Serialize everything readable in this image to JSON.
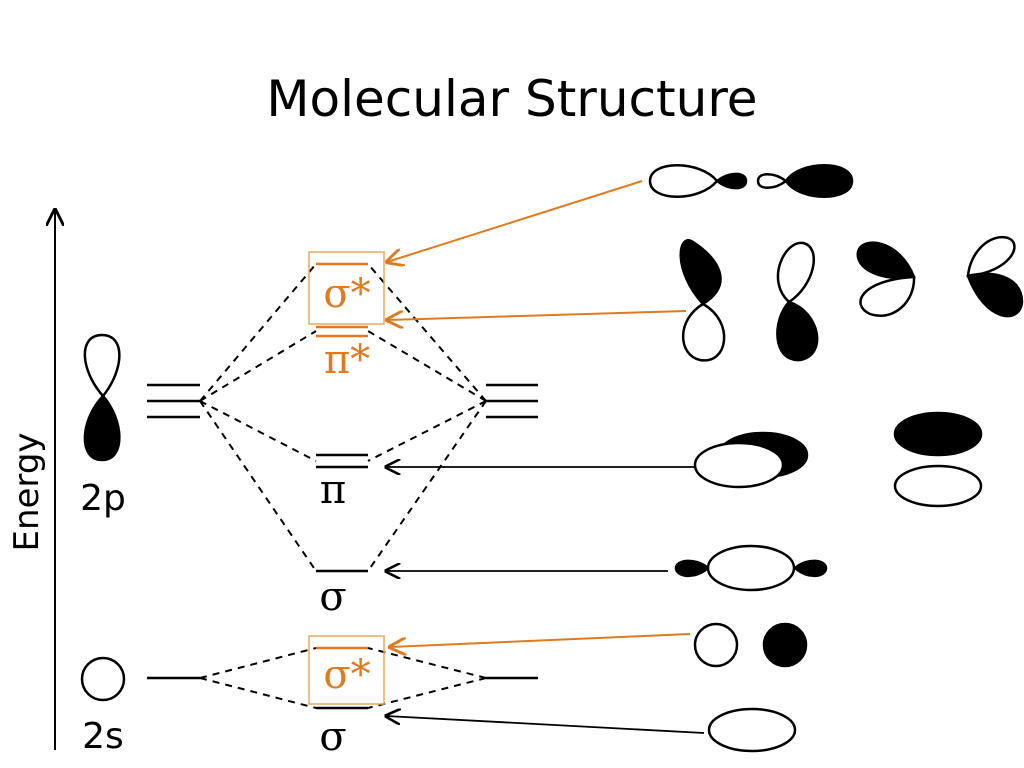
{
  "title": "Molecular Structure",
  "axis_label": "Energy",
  "atomic_labels": {
    "p": "2p",
    "s": "2s"
  },
  "mo_labels": {
    "sigma_star_2p": "σ*",
    "pi_star_2p": "π*",
    "pi_2p": "π",
    "sigma_2p": "σ",
    "sigma_star_2s": "σ*",
    "sigma_2s": "σ"
  },
  "colors": {
    "accent": "#E07A1F",
    "ink": "#000000",
    "box": "#E8A862"
  }
}
